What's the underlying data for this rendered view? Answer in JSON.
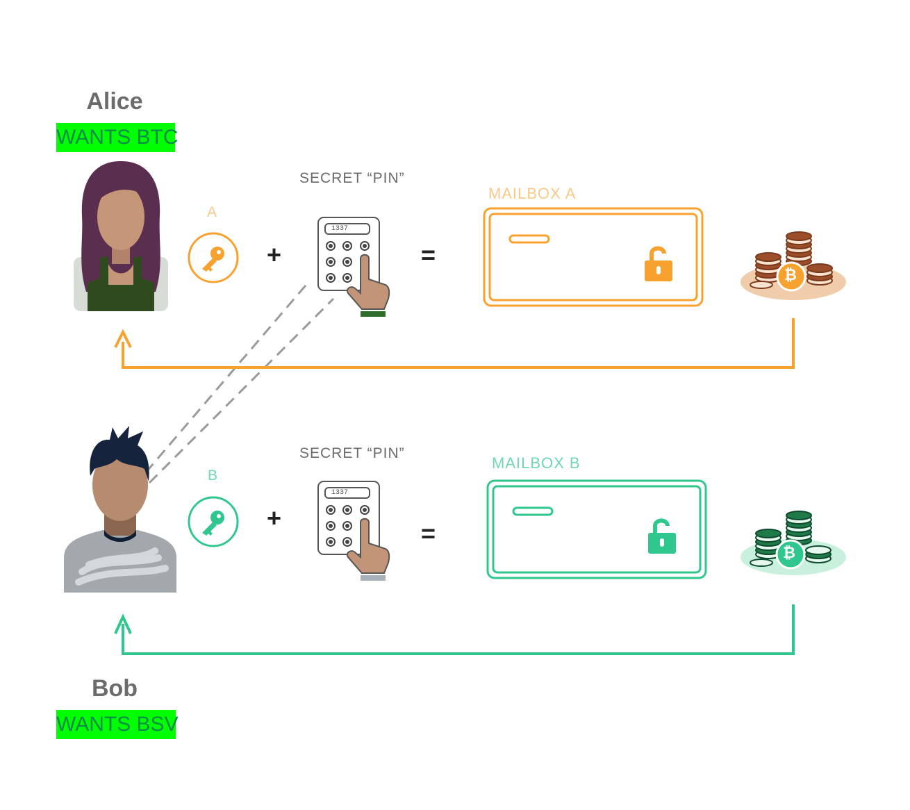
{
  "alice": {
    "name": "Alice",
    "wants": "WANTS BTC",
    "key_letter": "A",
    "mailbox_label": "MAILBOX A",
    "pin_label": "SECRET “PIN”"
  },
  "bob": {
    "name": "Bob",
    "wants": "WANTS BSV",
    "key_letter": "B",
    "mailbox_label": "MAILBOX B",
    "pin_label": "SECRET “PIN”"
  },
  "operators": {
    "plus": "+",
    "equals": "="
  },
  "keypad_display": "1337",
  "coin_symbol": "₿",
  "colors": {
    "alice_accent": "#f7a22e",
    "alice_light": "#f9c98a",
    "bob_accent": "#2fc78d",
    "bob_light": "#6fd8b0",
    "highlight": "#00ff00",
    "dashes": "#9a9a9a"
  },
  "icons": [
    "person-alice-icon",
    "person-bob-icon",
    "key-icon",
    "keypad-icon",
    "padlock-unlocked-icon",
    "coin-stack-icon",
    "arrow-up-icon"
  ]
}
